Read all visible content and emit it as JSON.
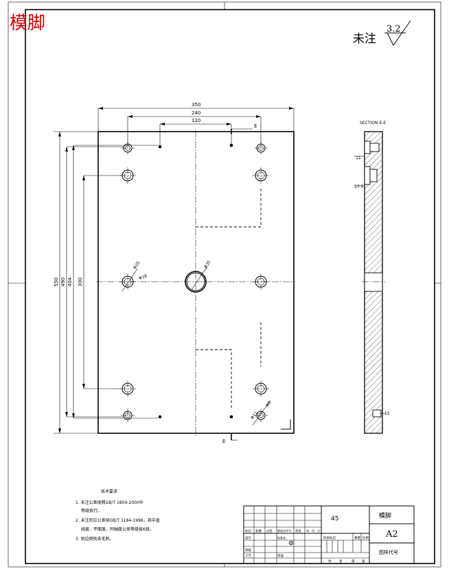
{
  "title_stamp": "模脚",
  "surface_finish": {
    "label": "未注",
    "value": "3.2"
  },
  "dimensions": {
    "width_350": "350",
    "width_240": "240",
    "width_120": "120",
    "height_550": "550",
    "height_490": "490",
    "height_404": "404",
    "height_300": "300",
    "dia_35": "Φ35",
    "dia_25": "Φ25",
    "dia_18": "Φ18",
    "dia_11": "Φ11",
    "dia_8": "Φ8"
  },
  "section": {
    "view_label": "SECTION E-E",
    "cut_mark_top": "E",
    "cut_mark_bottom": "E",
    "dim_11": "11",
    "dim_17_5": "17.5",
    "dim_15": "15"
  },
  "tech_requirements": {
    "heading": "技术要求",
    "items": [
      "1. 未注公差按照GB/T 1804-2000中",
      "等级执行。",
      "2. 未注形位公差按GB/T 1184-1996，其中直",
      "线度、平面度、同轴度公差等级按K级。",
      "3. 锐边倒钝去毛刺。"
    ]
  },
  "title_block": {
    "material": "45",
    "part_name": "模脚",
    "sheet_size": "A2",
    "drawing_no_label": "图样代号",
    "row_labels": [
      "标记",
      "处数",
      "分区",
      "更改文件号",
      "签名",
      "年、月、日"
    ],
    "cells_right": [
      "阶段标记",
      "重量",
      "比例"
    ],
    "footer": [
      "设计",
      "标准化",
      "审核",
      "工艺",
      "批准"
    ],
    "sheet_info": [
      "共",
      "张",
      "第",
      "张"
    ]
  }
}
